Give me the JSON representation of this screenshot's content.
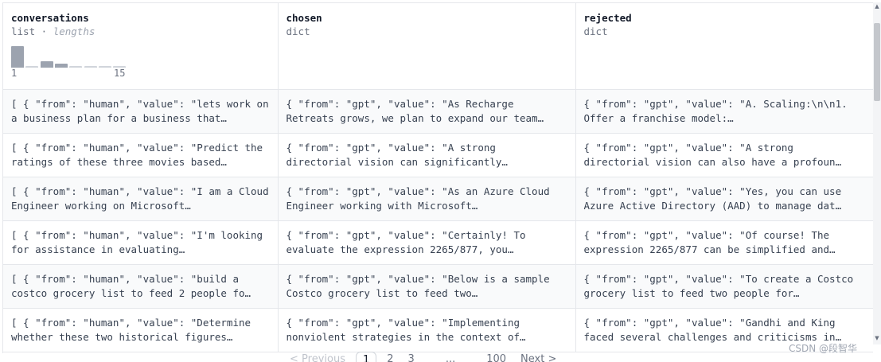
{
  "columns": [
    {
      "name": "conversations",
      "type": "list",
      "subtype": "lengths",
      "histogram": {
        "min_label": "1",
        "max_label": "15",
        "bars": [
          0.9,
          0.05,
          0.28,
          0.18,
          0.05,
          0.05,
          0.05,
          0.05
        ]
      }
    },
    {
      "name": "chosen",
      "type": "dict"
    },
    {
      "name": "rejected",
      "type": "dict"
    }
  ],
  "type_separator": "·",
  "rows": [
    {
      "conversations": "[ { \"from\": \"human\", \"value\": \"lets work on a business plan for a business that…",
      "chosen": "{ \"from\": \"gpt\", \"value\": \"As Recharge Retreats grows, we plan to expand our team…",
      "rejected": "{ \"from\": \"gpt\", \"value\": \"A. Scaling:\\n\\n1. Offer a franchise model:…"
    },
    {
      "conversations": "[ { \"from\": \"human\", \"value\": \"Predict the ratings of these three movies based…",
      "chosen": "{ \"from\": \"gpt\", \"value\": \"A strong directorial vision can significantly…",
      "rejected": "{ \"from\": \"gpt\", \"value\": \"A strong directorial vision can also have a profoun…"
    },
    {
      "conversations": "[ { \"from\": \"human\", \"value\": \"I am a Cloud Engineer working on Microsoft…",
      "chosen": "{ \"from\": \"gpt\", \"value\": \"As an Azure Cloud Engineer working with Microsoft…",
      "rejected": "{ \"from\": \"gpt\", \"value\": \"Yes, you can use Azure Active Directory (AAD) to manage dat…"
    },
    {
      "conversations": "[ { \"from\": \"human\", \"value\": \"I'm looking for assistance in evaluating…",
      "chosen": "{ \"from\": \"gpt\", \"value\": \"Certainly! To evaluate the expression 2265/877, you…",
      "rejected": "{ \"from\": \"gpt\", \"value\": \"Of course! The expression 2265/877 can be simplified and…"
    },
    {
      "conversations": "[ { \"from\": \"human\", \"value\": \"build a costco grocery list to feed 2 people fo…",
      "chosen": "{ \"from\": \"gpt\", \"value\": \"Below is a sample Costco grocery list to feed two…",
      "rejected": "{ \"from\": \"gpt\", \"value\": \"To create a Costco grocery list to feed two people for…"
    },
    {
      "conversations": "[ { \"from\": \"human\", \"value\": \"Determine whether these two historical figures…",
      "chosen": "{ \"from\": \"gpt\", \"value\": \"Implementing nonviolent strategies in the context of…",
      "rejected": "{ \"from\": \"gpt\", \"value\": \"Gandhi and King faced several challenges and criticisms in…"
    }
  ],
  "pagination": {
    "prev_label": "< Previous",
    "pages": [
      "1",
      "2",
      "3"
    ],
    "current": "1",
    "ellipsis": "...",
    "last_page": "100",
    "next_label": "Next >"
  },
  "watermark": "CSDN @段智华",
  "icons": {
    "scroll_up": "triangle-up-icon",
    "scroll_down": "triangle-down-icon"
  }
}
